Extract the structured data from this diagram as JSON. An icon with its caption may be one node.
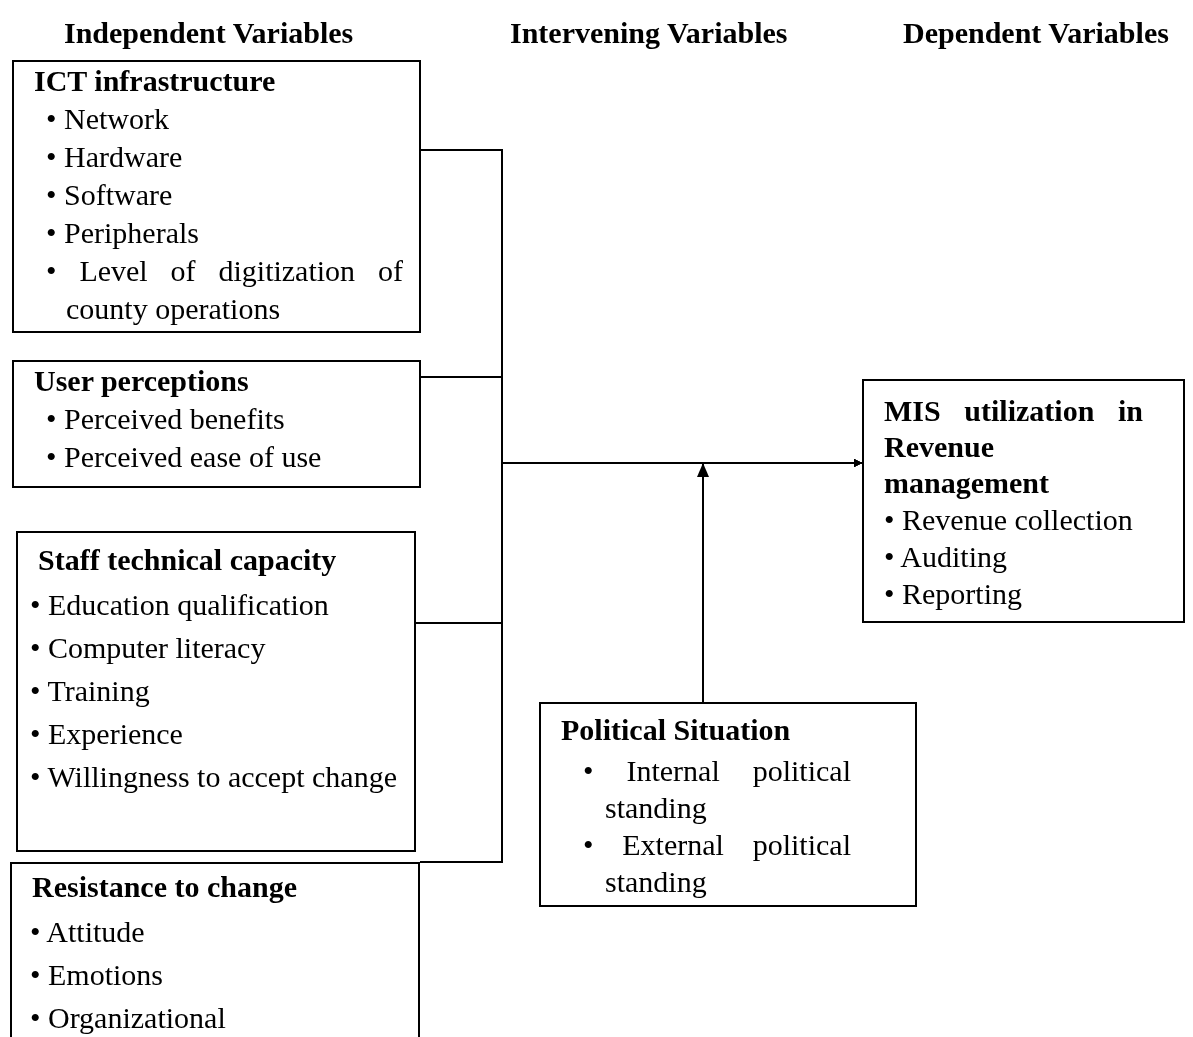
{
  "diagram": {
    "nodes": [
      {
        "text": [
          "ICT infrastructure",
          "• Network",
          "• Hardware",
          "• Software",
          "• Peripherals",
          "• Level of digitization of county operations"
        ]
      },
      {
        "text": [
          "User perceptions",
          "• Perceived benefits",
          "• Perceived ease of use"
        ]
      },
      {
        "text": [
          "Staff technical capacity",
          "• Education qualification",
          "• Computer literacy",
          "• Training",
          "• Experience",
          "• Willingness to accept change"
        ]
      },
      {
        "text": [
          "Resistance to change",
          "• Attitude",
          "• Emotions",
          "• Organizational"
        ]
      },
      {
        "text": [
          "MIS utilization in Revenue management",
          "• Revenue collection",
          "• Auditing",
          "• Reporting"
        ]
      },
      {
        "text": [
          "Political Situation",
          "• Internal political standing",
          "• External political standing"
        ]
      }
    ],
    "edges": [
      {
        "from": 0,
        "to": 4,
        "arrow": "to"
      },
      {
        "from": 1,
        "to": 4,
        "arrow": "to"
      },
      {
        "from": 2,
        "to": 4,
        "arrow": "to"
      },
      {
        "from": 3,
        "to": 4,
        "arrow": "to"
      },
      {
        "from": 5,
        "to": 4,
        "arrow": "to"
      }
    ],
    "labels": [
      "Independent Variables",
      "Intervening Variables",
      "Dependent Variables"
    ]
  }
}
